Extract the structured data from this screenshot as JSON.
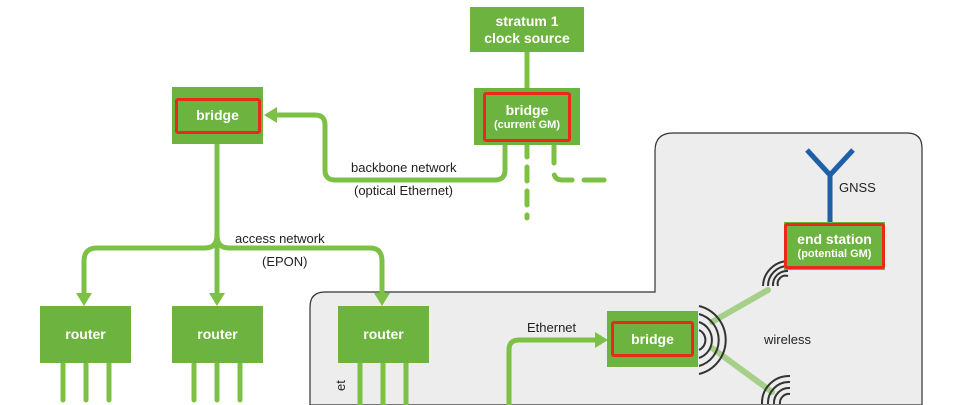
{
  "nodes": {
    "stratum": {
      "line1": "stratum 1",
      "line2": "clock source"
    },
    "bridge_gm": {
      "line1": "bridge",
      "line2": "(current GM)"
    },
    "bridge_left": {
      "label": "bridge"
    },
    "end_station": {
      "line1": "end station",
      "line2": "(potential GM)"
    },
    "bridge_eth": {
      "label": "bridge"
    },
    "router1": {
      "label": "router"
    },
    "router2": {
      "label": "router"
    },
    "router3": {
      "label": "router"
    }
  },
  "labels": {
    "backbone": "backbone network",
    "optical": "(optical Ethernet)",
    "access": "access network",
    "epon": "(EPON)",
    "ethernet": "Ethernet",
    "wireless": "wireless",
    "gnss": "GNSS",
    "cut_text": "et"
  },
  "colors": {
    "node_green": "#6db33f",
    "link_green": "#7cc045",
    "wireless_link": "#a6d08a",
    "highlight": "#e8291c",
    "region_fill": "#ededed",
    "antenna": "#1f5fa8"
  }
}
